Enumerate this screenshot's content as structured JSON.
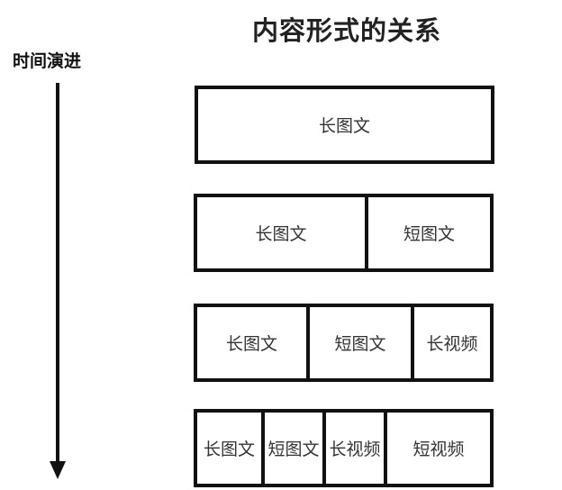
{
  "title": "内容形式的关系",
  "axis_label": "时间演进",
  "rows": [
    {
      "cells": [
        "长图文"
      ]
    },
    {
      "cells": [
        "长图文",
        "短图文"
      ]
    },
    {
      "cells": [
        "长图文",
        "短图文",
        "长视频"
      ]
    },
    {
      "cells": [
        "长图文",
        "短图文",
        "长视频",
        "短视频"
      ]
    }
  ]
}
